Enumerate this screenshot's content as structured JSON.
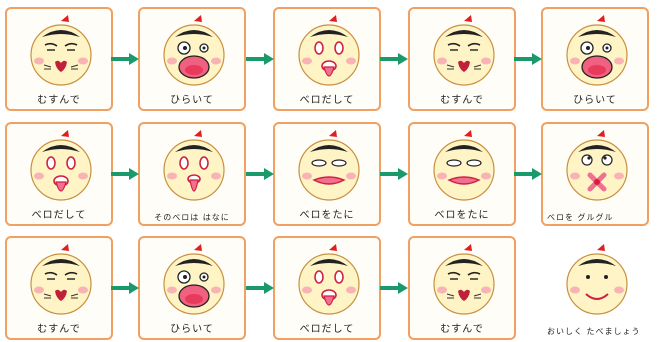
{
  "colors": {
    "border": "#f0a060",
    "arrow": "#1a9a6a",
    "face": "#fff4c6",
    "hair": "#222222",
    "cheek": "#f8b4b4"
  },
  "rows": [
    [
      {
        "expr": "closed",
        "caption": "むすんで"
      },
      {
        "expr": "open",
        "caption": "ひらいて"
      },
      {
        "expr": "tongue",
        "caption": "べロだして"
      },
      {
        "expr": "closed",
        "caption": "むすんで"
      },
      {
        "expr": "open",
        "caption": "ひらいて"
      }
    ],
    [
      {
        "expr": "tongue",
        "caption": "べロだして"
      },
      {
        "expr": "tongue-long",
        "caption": "そのべロは はなに"
      },
      {
        "expr": "tongue-side",
        "caption": "べロをたに"
      },
      {
        "expr": "tongue-side",
        "caption": "べロをたに"
      },
      {
        "expr": "tongue-swirl",
        "caption": "べロを グルグル"
      }
    ],
    [
      {
        "expr": "closed",
        "caption": "むすんで"
      },
      {
        "expr": "open",
        "caption": "ひらいて"
      },
      {
        "expr": "tongue",
        "caption": "べロだして"
      },
      {
        "expr": "closed",
        "caption": "むすんで"
      },
      {
        "expr": "smile",
        "caption": "おいしく たべましょう"
      }
    ]
  ]
}
